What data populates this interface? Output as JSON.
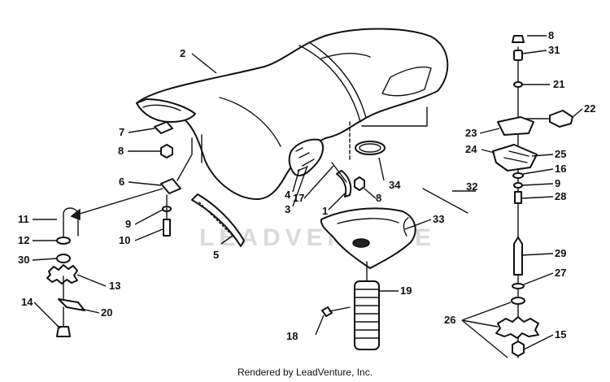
{
  "diagram": {
    "watermark": "LEADVENTURE",
    "caption": "Rendered by LeadVenture, Inc.",
    "callouts": [
      {
        "id": "c2",
        "label": "2"
      },
      {
        "id": "c7",
        "label": "7"
      },
      {
        "id": "c8a",
        "label": "8"
      },
      {
        "id": "c6",
        "label": "6"
      },
      {
        "id": "c11",
        "label": "11"
      },
      {
        "id": "c12",
        "label": "12"
      },
      {
        "id": "c30",
        "label": "30"
      },
      {
        "id": "c13",
        "label": "13"
      },
      {
        "id": "c14",
        "label": "14"
      },
      {
        "id": "c20",
        "label": "20"
      },
      {
        "id": "c9a",
        "label": "9"
      },
      {
        "id": "c10",
        "label": "10"
      },
      {
        "id": "c5",
        "label": "5"
      },
      {
        "id": "c4",
        "label": "4"
      },
      {
        "id": "c3",
        "label": "3"
      },
      {
        "id": "c17",
        "label": "17"
      },
      {
        "id": "c1",
        "label": "1"
      },
      {
        "id": "c8b",
        "label": "8"
      },
      {
        "id": "c34",
        "label": "34"
      },
      {
        "id": "c32",
        "label": "32"
      },
      {
        "id": "c33",
        "label": "33"
      },
      {
        "id": "c19",
        "label": "19"
      },
      {
        "id": "c18",
        "label": "18"
      },
      {
        "id": "c8c",
        "label": "8"
      },
      {
        "id": "c31",
        "label": "31"
      },
      {
        "id": "c21",
        "label": "21"
      },
      {
        "id": "c22",
        "label": "22"
      },
      {
        "id": "c23",
        "label": "23"
      },
      {
        "id": "c24",
        "label": "24"
      },
      {
        "id": "c25",
        "label": "25"
      },
      {
        "id": "c16",
        "label": "16"
      },
      {
        "id": "c9b",
        "label": "9"
      },
      {
        "id": "c28",
        "label": "28"
      },
      {
        "id": "c29",
        "label": "29"
      },
      {
        "id": "c27",
        "label": "27"
      },
      {
        "id": "c26",
        "label": "26"
      },
      {
        "id": "c15",
        "label": "15"
      }
    ]
  }
}
